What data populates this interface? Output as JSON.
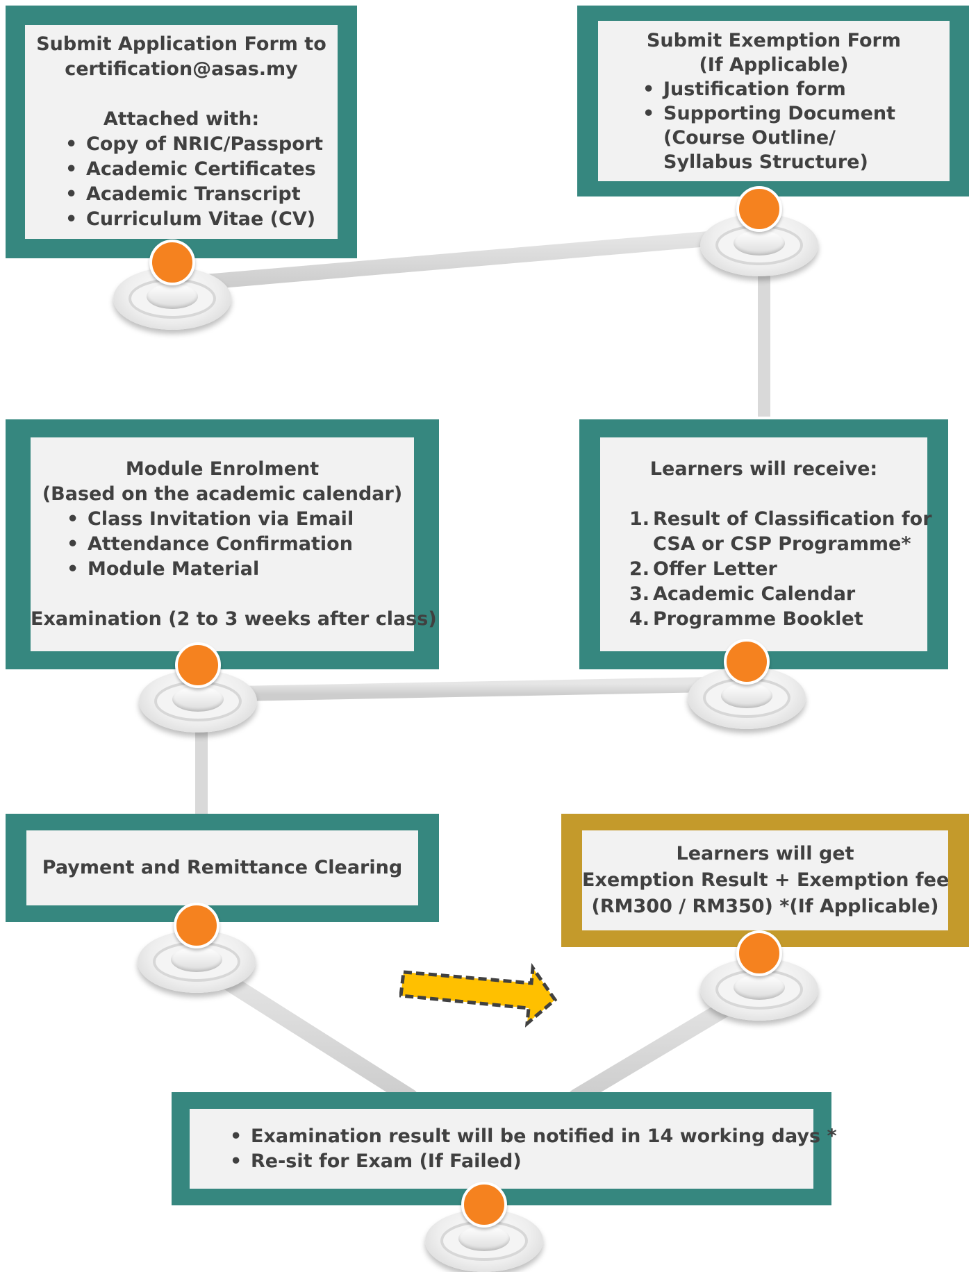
{
  "colors": {
    "teal_frame": "#36877f",
    "gold_frame": "#c49a2b",
    "box_fill": "#f2f2f2",
    "connector": "#d9d9d9",
    "node_dot": "#f5821f",
    "arrow_fill": "#ffc000"
  },
  "steps": {
    "application": {
      "lines": [
        "Submit Application Form to",
        "certification@asas.my",
        "",
        "Attached with:"
      ],
      "bullets": [
        "Copy of NRIC/Passport",
        "Academic Certificates",
        "Academic Transcript",
        "Curriculum Vitae (CV)"
      ]
    },
    "exemption": {
      "lines": [
        "Submit Exemption Form",
        "(If Applicable)"
      ],
      "bullets": [
        "Justification form",
        "Supporting Document (Course Outline/ Syllabus Structure)"
      ],
      "bullet2_lines": [
        "Supporting Document",
        "(Course Outline/",
        "Syllabus Structure)"
      ]
    },
    "receive": {
      "heading": "Learners will receive:",
      "items": [
        {
          "num": "1.",
          "lines": [
            "Result of Classification for",
            "CSA or CSP Programme*"
          ]
        },
        {
          "num": "2.",
          "lines": [
            "Offer Letter"
          ]
        },
        {
          "num": "3.",
          "lines": [
            "Academic Calendar"
          ]
        },
        {
          "num": "4.",
          "lines": [
            "Programme Booklet"
          ]
        }
      ]
    },
    "enrolment": {
      "lines": [
        "Module Enrolment",
        "(Based on the academic calendar)"
      ],
      "bullets": [
        "Class Invitation via Email",
        "Attendance Confirmation",
        "Module Material"
      ],
      "footer": "Examination (2 to 3 weeks after class)"
    },
    "payment": {
      "label": "Payment and Remittance Clearing"
    },
    "exemption_result": {
      "lines": [
        "Learners will get",
        "Exemption Result + Exemption fee",
        "(RM300 / RM350) *(If Applicable)"
      ]
    },
    "exam_result": {
      "bullets": [
        "Examination result will be notified in 14 working days *",
        "Re-sit for Exam (If Failed)"
      ]
    }
  }
}
